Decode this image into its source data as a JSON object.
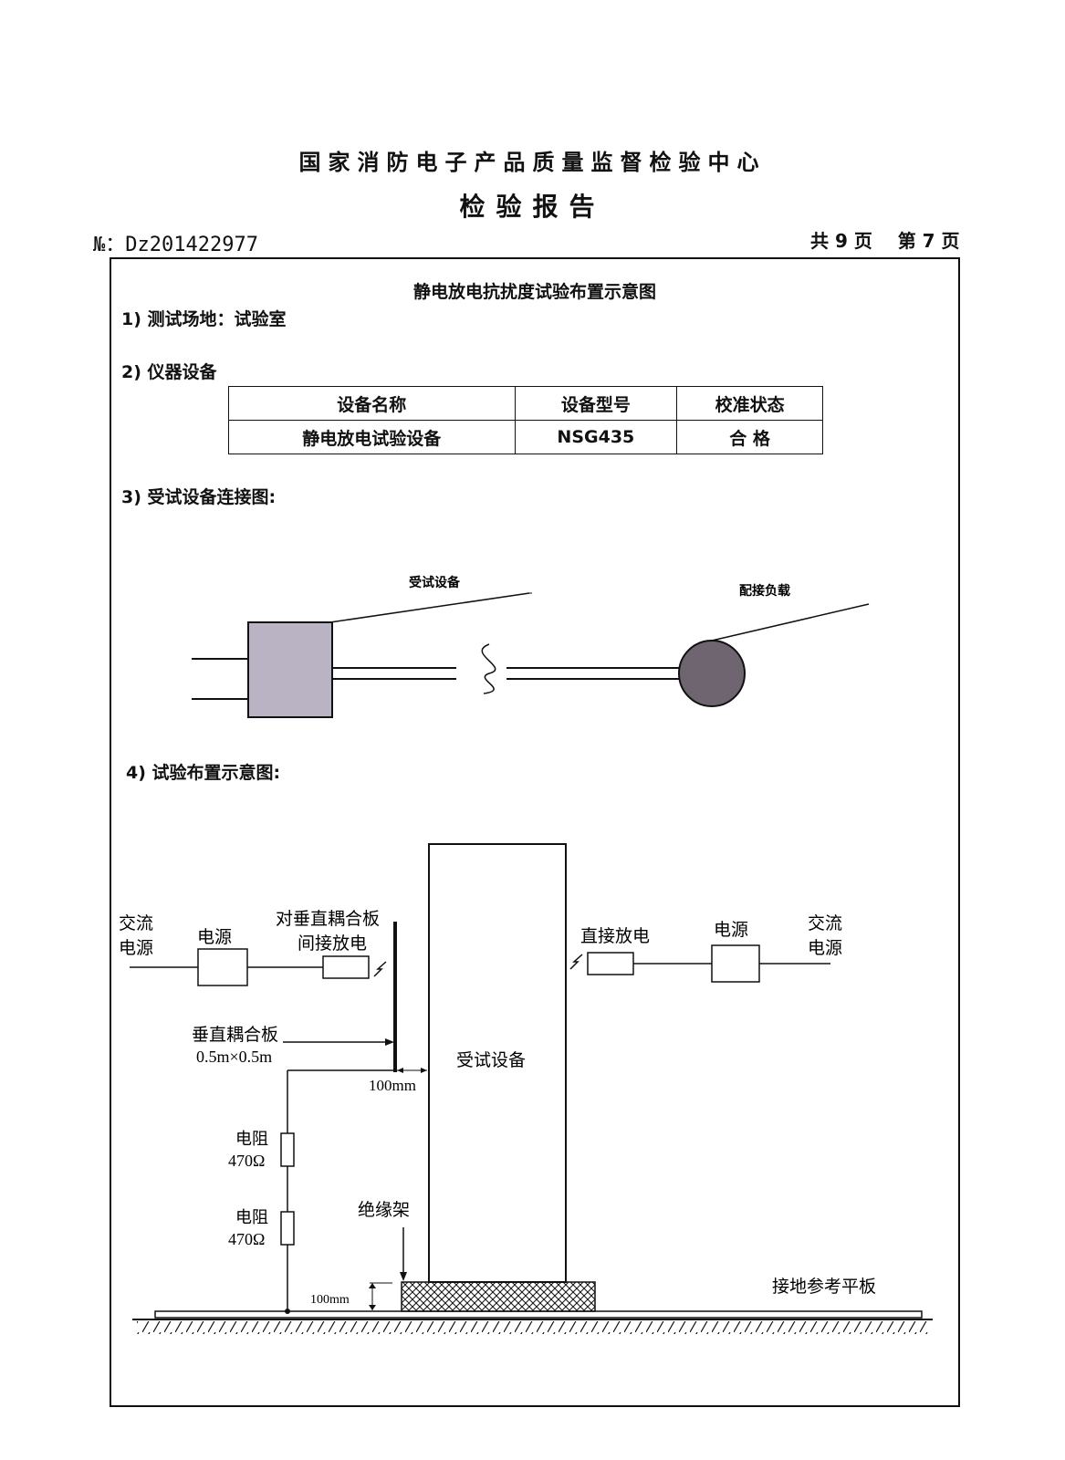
{
  "header": {
    "org": "国家消防电子产品质量监督检验中心",
    "report_title": "检验报告",
    "doc_no": "№：Dz201422977",
    "pages": "共 9 页    第 7 页"
  },
  "section_title": "静电放电抗扰度试验布置示意图",
  "items": {
    "s1": "1) 测试场地：试验室",
    "s2": "2) 仪器设备",
    "s3": "3) 受试设备连接图:",
    "s4": "4) 试验布置示意图:"
  },
  "equipment_table": {
    "headers": [
      "设备名称",
      "设备型号",
      "校准状态"
    ],
    "rows": [
      [
        "静电放电试验设备",
        "NSG435",
        "合 格"
      ]
    ]
  },
  "connection_diagram": {
    "eut_label": "受试设备",
    "load_label": "配接负载"
  },
  "layout_diagram": {
    "ac_left": [
      "交流",
      "电源"
    ],
    "psu_left": "电源",
    "vcp_indirect": [
      "对垂直耦合板",
      "间接放电"
    ],
    "vcp": [
      "垂直耦合板",
      "0.5m×0.5m"
    ],
    "gap_top": "100mm",
    "resistor1": [
      "电阻",
      "470Ω"
    ],
    "resistor2": [
      "电阻",
      "470Ω"
    ],
    "insulation": "绝缘架",
    "gap_bottom": "100mm",
    "eut": "受试设备",
    "direct": "直接放电",
    "psu_right": "电源",
    "ac_right": [
      "交流",
      "电源"
    ],
    "ground_plane": "接地参考平板"
  }
}
